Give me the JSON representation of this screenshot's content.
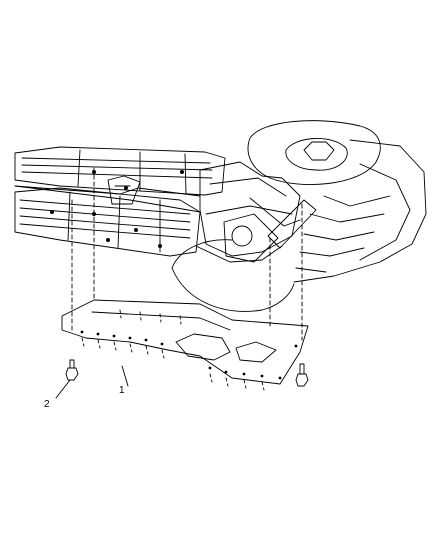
{
  "diagram": {
    "callouts": [
      {
        "number": "1",
        "part": "skid-plate"
      },
      {
        "number": "2",
        "part": "bolt"
      }
    ],
    "colors": {
      "line": "#000000",
      "background": "#ffffff"
    }
  }
}
